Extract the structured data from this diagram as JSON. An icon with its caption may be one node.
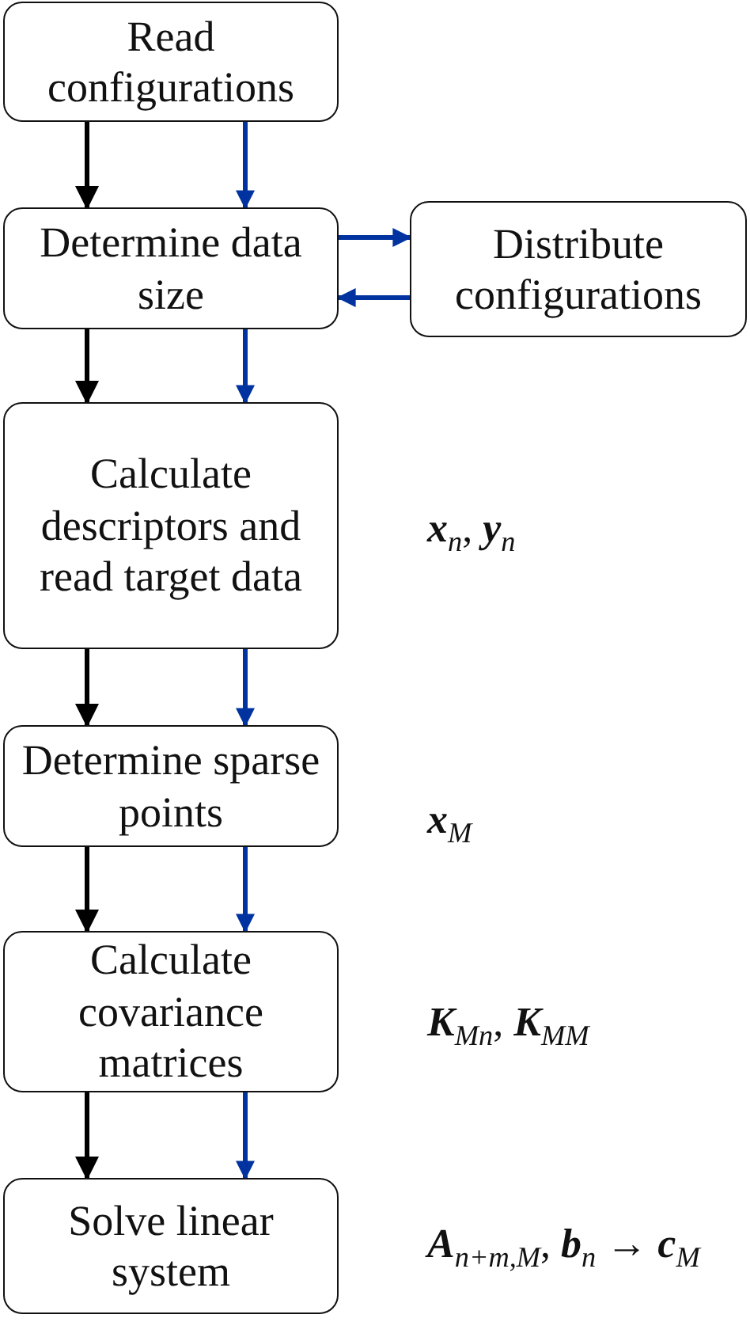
{
  "diagram": {
    "nodes": [
      {
        "text": [
          "Read configurations"
        ]
      },
      {
        "text": [
          "Determine data size"
        ]
      },
      {
        "text": [
          "Calculate descriptors and read target data"
        ],
        "beside": [
          "**x**$_{n}$, **y**$_{n}$"
        ]
      },
      {
        "text": [
          "Determine sparse points"
        ],
        "beside": [
          "**x**$_{M}$"
        ]
      },
      {
        "text": [
          "Calculate covariance matrices"
        ],
        "beside": [
          "**K**$_{Mn}$, **K**$_{MM}$"
        ]
      },
      {
        "text": [
          "Solve linear system"
        ],
        "beside": [
          "**A**$_{n+m,M}$, **b**$_{n}$ → **c**$_{M}$"
        ]
      },
      {
        "text": [
          "Distribute configurations"
        ]
      }
    ],
    "edges": [
      {
        "from": 0,
        "to": 1,
        "arrow": "to",
        "color": "#000000"
      },
      {
        "from": 0,
        "to": 1,
        "arrow": "to"
      },
      {
        "from": 1,
        "to": 6,
        "arrow": "to"
      },
      {
        "from": 6,
        "to": 1,
        "arrow": "to"
      },
      {
        "from": 1,
        "to": 2,
        "arrow": "to",
        "color": "#000000"
      },
      {
        "from": 1,
        "to": 2,
        "arrow": "to"
      },
      {
        "from": 2,
        "to": 3,
        "arrow": "to",
        "color": "#000000"
      },
      {
        "from": 2,
        "to": 3,
        "arrow": "to"
      },
      {
        "from": 3,
        "to": 4,
        "arrow": "to",
        "color": "#000000"
      },
      {
        "from": 3,
        "to": 4,
        "arrow": "to"
      },
      {
        "from": 4,
        "to": 5,
        "arrow": "to",
        "color": "#000000"
      },
      {
        "from": 4,
        "to": 5,
        "arrow": "to"
      }
    ]
  }
}
